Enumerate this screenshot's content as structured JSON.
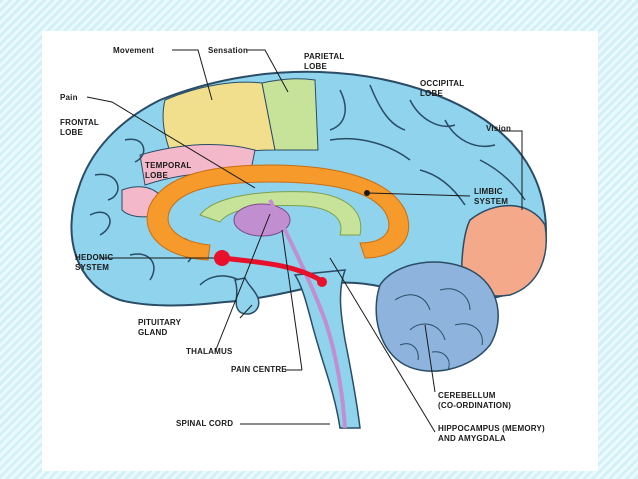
{
  "labels": {
    "movement": "Movement",
    "sensation": "Sensation",
    "parietal_1": "PARIETAL",
    "parietal_2": "LOBE",
    "occipital_1": "OCCIPITAL",
    "occipital_2": "LOBE",
    "pain": "Pain",
    "frontal_1": "FRONTAL",
    "frontal_2": "LOBE",
    "vision": "Vision",
    "temporal_1": "TEMPORAL",
    "temporal_2": "LOBE",
    "limbic_1": "LIMBIC",
    "limbic_2": "SYSTEM",
    "hedonic_1": "HEDONIC",
    "hedonic_2": "SYSTEM",
    "pituitary_1": "PITUITARY",
    "pituitary_2": "GLAND",
    "thalamus": "THALAMUS",
    "pain_centre": "PAIN CENTRE",
    "cerebellum_1": "CEREBELLUM",
    "cerebellum_2": "(CO-ORDINATION)",
    "spinal_cord": "SPINAL CORD",
    "hippocampus_1": "HIPPOCAMPUS (MEMORY)",
    "hippocampus_2": "AND AMYGDALA"
  },
  "colors": {
    "cortex": "#8fd3ec",
    "movement": "#f2df8e",
    "sensation": "#c7e39a",
    "pain": "#f3b8c9",
    "vision": "#f4a98a",
    "limbic": "#f59a2b",
    "cerebellum": "#8eb4de",
    "spinal": "#c18fd0",
    "hedonic": "#e8102a"
  }
}
